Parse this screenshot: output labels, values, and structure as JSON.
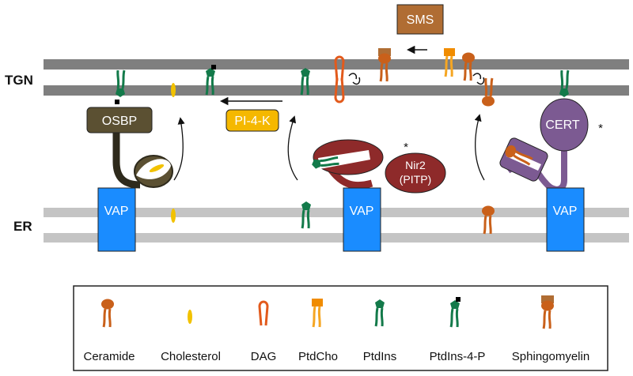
{
  "membranes": {
    "tgn_label": "TGN",
    "er_label": "ER"
  },
  "proteins": {
    "sms": "SMS",
    "osbp": "OSBP",
    "pi4k": "PI-4-K",
    "nir2_line1": "Nir2",
    "nir2_line2": "(PITP)",
    "cert": "CERT",
    "vap": "VAP"
  },
  "marks": {
    "asterisk": "*"
  },
  "legend": {
    "items": [
      {
        "key": "ceramide",
        "label": "Ceramide"
      },
      {
        "key": "cholesterol",
        "label": "Cholesterol"
      },
      {
        "key": "dag",
        "label": "DAG"
      },
      {
        "key": "ptdcho",
        "label": "PtdCho"
      },
      {
        "key": "ptdins",
        "label": "PtdIns"
      },
      {
        "key": "ptdins4p",
        "label": "PtdIns-4-P"
      },
      {
        "key": "sphingomyelin",
        "label": "Sphingomyelin"
      }
    ]
  },
  "colors": {
    "tgn_membrane": "#7f7f7f",
    "er_membrane": "#c4c4c4",
    "vap": "#1a8cff",
    "osbp": "#5b5032",
    "osbp_dark": "#2e2a1c",
    "pi4k": "#f5b800",
    "nir2": "#8e2a2a",
    "cert": "#7c5a92",
    "sms": "#b06d33",
    "ceramide": "#c9601a",
    "cholesterol": "#f2c200",
    "dag": "#e25a1c",
    "ptdcho": "#f08c00",
    "ptdins": "#137a4a",
    "sphingomyelin": "#b06d33"
  }
}
